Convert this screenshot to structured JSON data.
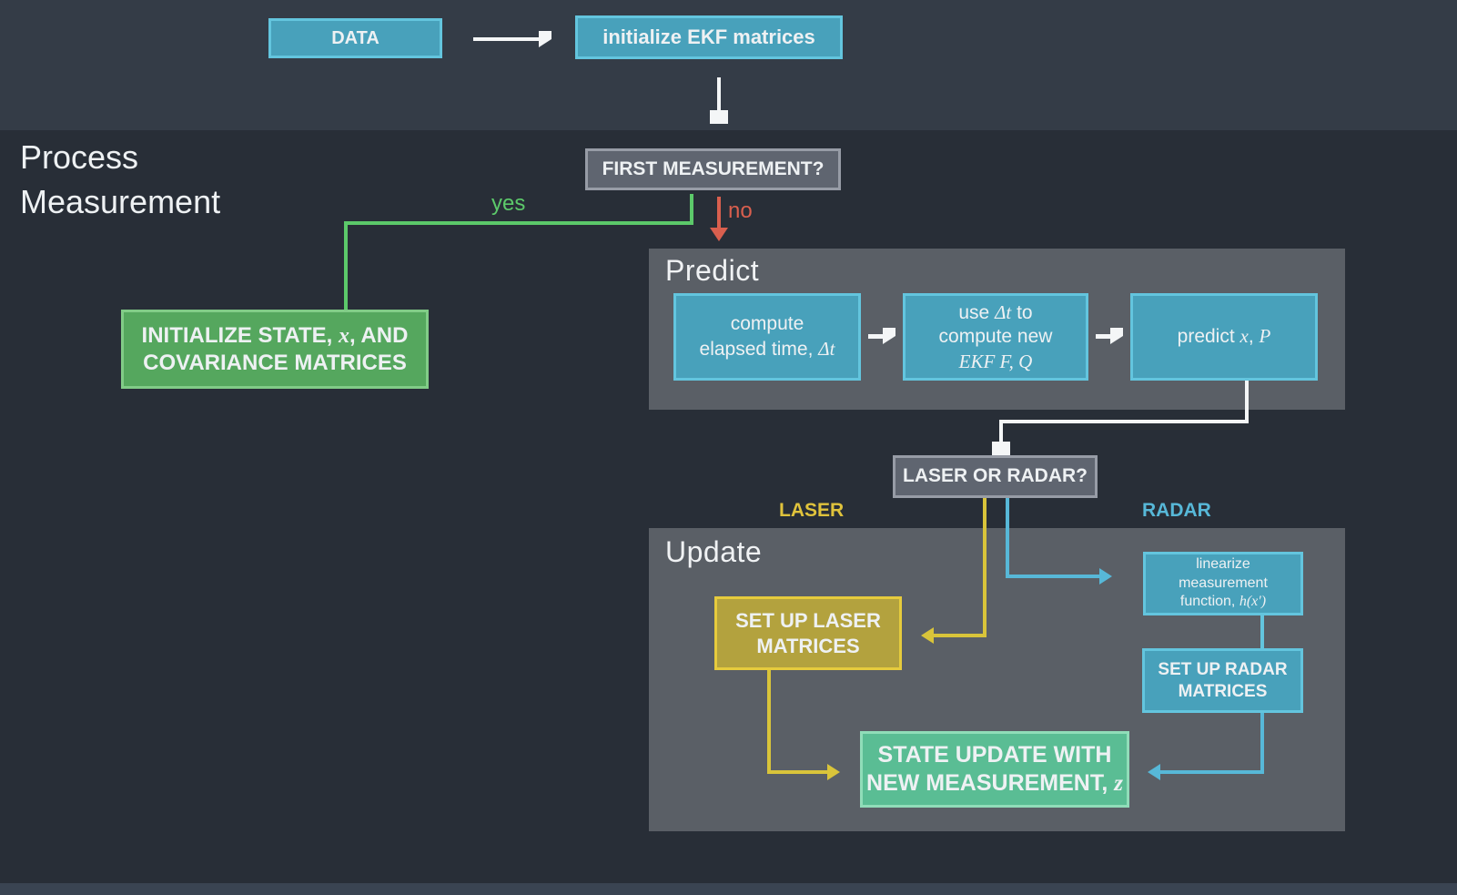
{
  "colors": {
    "background": "#282e37",
    "top_band": "#343c47",
    "bottom_band": "#3a4452",
    "panel_gray": "#5a5f66",
    "node_teal_fill": "#48a1bb",
    "node_teal_border": "#63c5de",
    "node_gray_fill": "#5f6570",
    "node_green_fill": "#55a75e",
    "node_yellow_fill": "#b3a23e",
    "node_mint_fill": "#5abd94",
    "line_green": "#5cc96a",
    "line_red": "#d95f4e",
    "line_yellow": "#d9c43a",
    "line_cyan": "#57b8d8",
    "line_white": "#f4f6f7",
    "text_white": "#eef1f3"
  },
  "top": {
    "data_label": "DATA",
    "init_ekf_label": "initialize EKF matrices"
  },
  "section_label": {
    "line1": "Process",
    "line2": "Measurement"
  },
  "decisions": {
    "first_measurement": "FIRST MEASUREMENT?",
    "laser_or_radar": "LASER OR RADAR?"
  },
  "branches": {
    "yes": "yes",
    "no": "no",
    "laser": "LASER",
    "radar": "RADAR"
  },
  "initialize_box": {
    "l1a": "INITIALIZE STATE, ",
    "l1b": "x",
    "l1c": ", AND",
    "l2": "COVARIANCE MATRICES"
  },
  "predict": {
    "title": "Predict",
    "compute_box": {
      "l1": "compute",
      "l2a": "elapsed time, ",
      "l2b": "Δt"
    },
    "use_box": {
      "l1a": "use ",
      "l1b": "Δt",
      "l1c": " to",
      "l2": "compute new",
      "l3": "EKF F, Q"
    },
    "predict_box": {
      "a": "predict ",
      "b": "x",
      "c": ", ",
      "d": "P"
    }
  },
  "update": {
    "title": "Update",
    "laser_box": {
      "l1": "SET UP LASER",
      "l2": "MATRICES"
    },
    "linearize_box": {
      "l1": "linearize",
      "l2": "measurement",
      "l3a": "function, ",
      "l3b": "h(x′)"
    },
    "radar_box": {
      "l1": "SET UP RADAR",
      "l2": "MATRICES"
    },
    "state_box": {
      "l1": "STATE UPDATE WITH",
      "l2a": "NEW MEASUREMENT, ",
      "l2b": "z"
    }
  }
}
